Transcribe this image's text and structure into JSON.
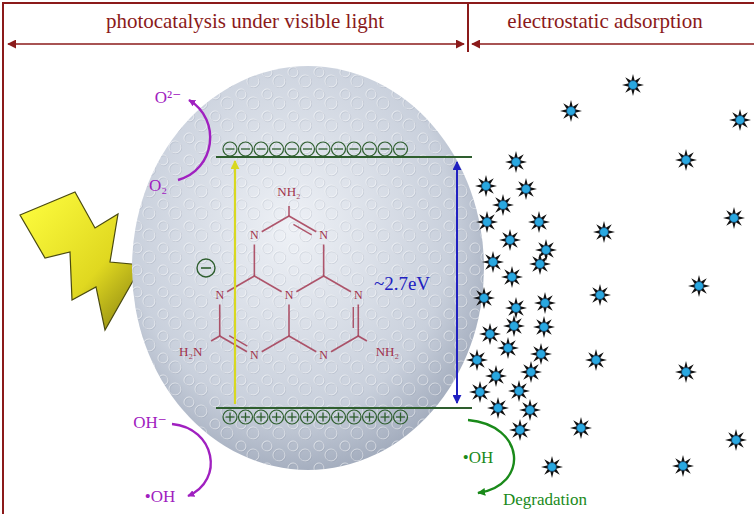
{
  "diagram": {
    "labels": [
      "photocatalysis under visible light",
      "electrostatic adsorption",
      "O²⁻",
      "O₂",
      "NH₂",
      "H₂N",
      "NH₂",
      "N",
      "N",
      "N",
      "N",
      "N",
      "N",
      "N",
      "~2.7eV",
      "OH⁻",
      "•OH",
      "•OH",
      "Degradation"
    ]
  }
}
